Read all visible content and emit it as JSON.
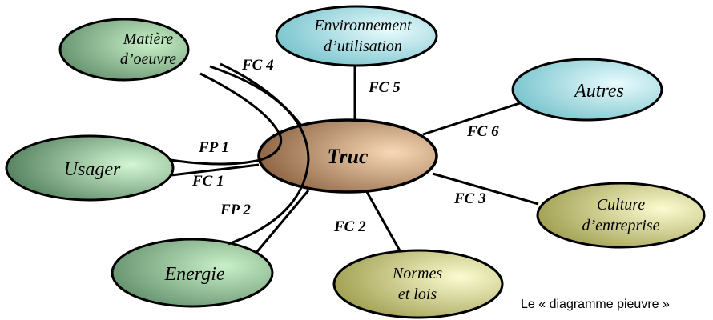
{
  "center": {
    "label": "Truc"
  },
  "nodes": {
    "matiere": {
      "line1": "Matière",
      "line2": "d’oeuvre"
    },
    "environnement": {
      "line1": "Environnement",
      "line2": "d’utilisation"
    },
    "autres": {
      "label": "Autres"
    },
    "usager": {
      "label": "Usager"
    },
    "culture": {
      "line1": "Culture",
      "line2": "d’entreprise"
    },
    "energie": {
      "label": "Energie"
    },
    "normes": {
      "line1": "Normes",
      "line2": "et lois"
    }
  },
  "links": {
    "fp1": "FP 1",
    "fp2": "FP 2",
    "fc1": "FC 1",
    "fc2": "FC 2",
    "fc3": "FC 3",
    "fc4": "FC 4",
    "fc5": "FC 5",
    "fc6": "FC 6"
  },
  "caption": "Le « diagramme pieuvre »"
}
